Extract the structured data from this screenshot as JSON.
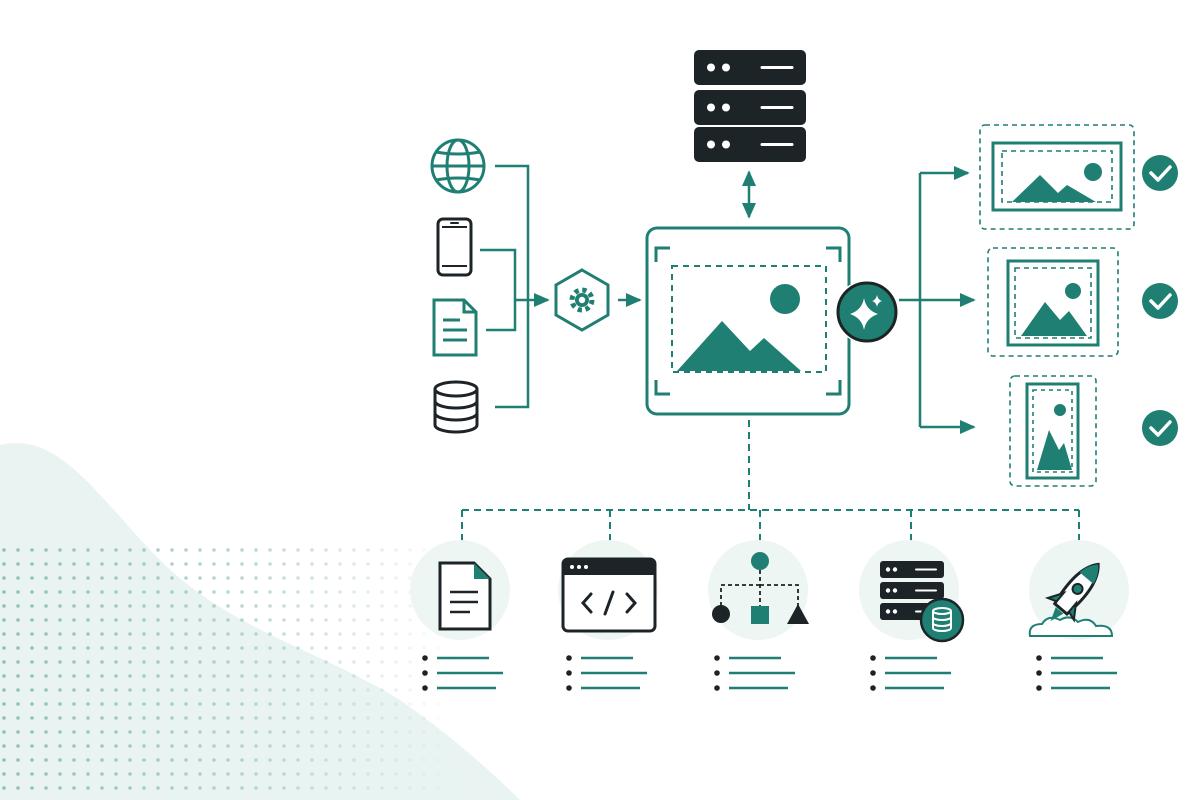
{
  "colors": {
    "accent": "#1f7f72",
    "accent_dark": "#17665b",
    "ink": "#1d2428",
    "wave": "#e9f4f2",
    "dots": "#8ebfb7",
    "circle_bg": "#eef6f4"
  },
  "diagram": {
    "inputs": [
      {
        "icon": "globe-icon"
      },
      {
        "icon": "smartphone-icon"
      },
      {
        "icon": "document-icon"
      },
      {
        "icon": "database-icon"
      }
    ],
    "processor": {
      "icon": "gear-hexagon-icon"
    },
    "storage": {
      "icon": "server-stack-icon"
    },
    "central": {
      "icon": "image-frame-icon"
    },
    "ai_badge": {
      "icon": "sparkle-icon"
    },
    "outputs": [
      {
        "icon": "landscape-image-icon",
        "format": "landscape",
        "status": "check-icon"
      },
      {
        "icon": "square-image-icon",
        "format": "square",
        "status": "check-icon"
      },
      {
        "icon": "portrait-image-icon",
        "format": "portrait",
        "status": "check-icon"
      }
    ],
    "features": [
      {
        "icon": "document-icon"
      },
      {
        "icon": "code-window-icon"
      },
      {
        "icon": "workflow-shapes-icon"
      },
      {
        "icon": "server-database-icon"
      },
      {
        "icon": "rocket-icon"
      }
    ]
  }
}
